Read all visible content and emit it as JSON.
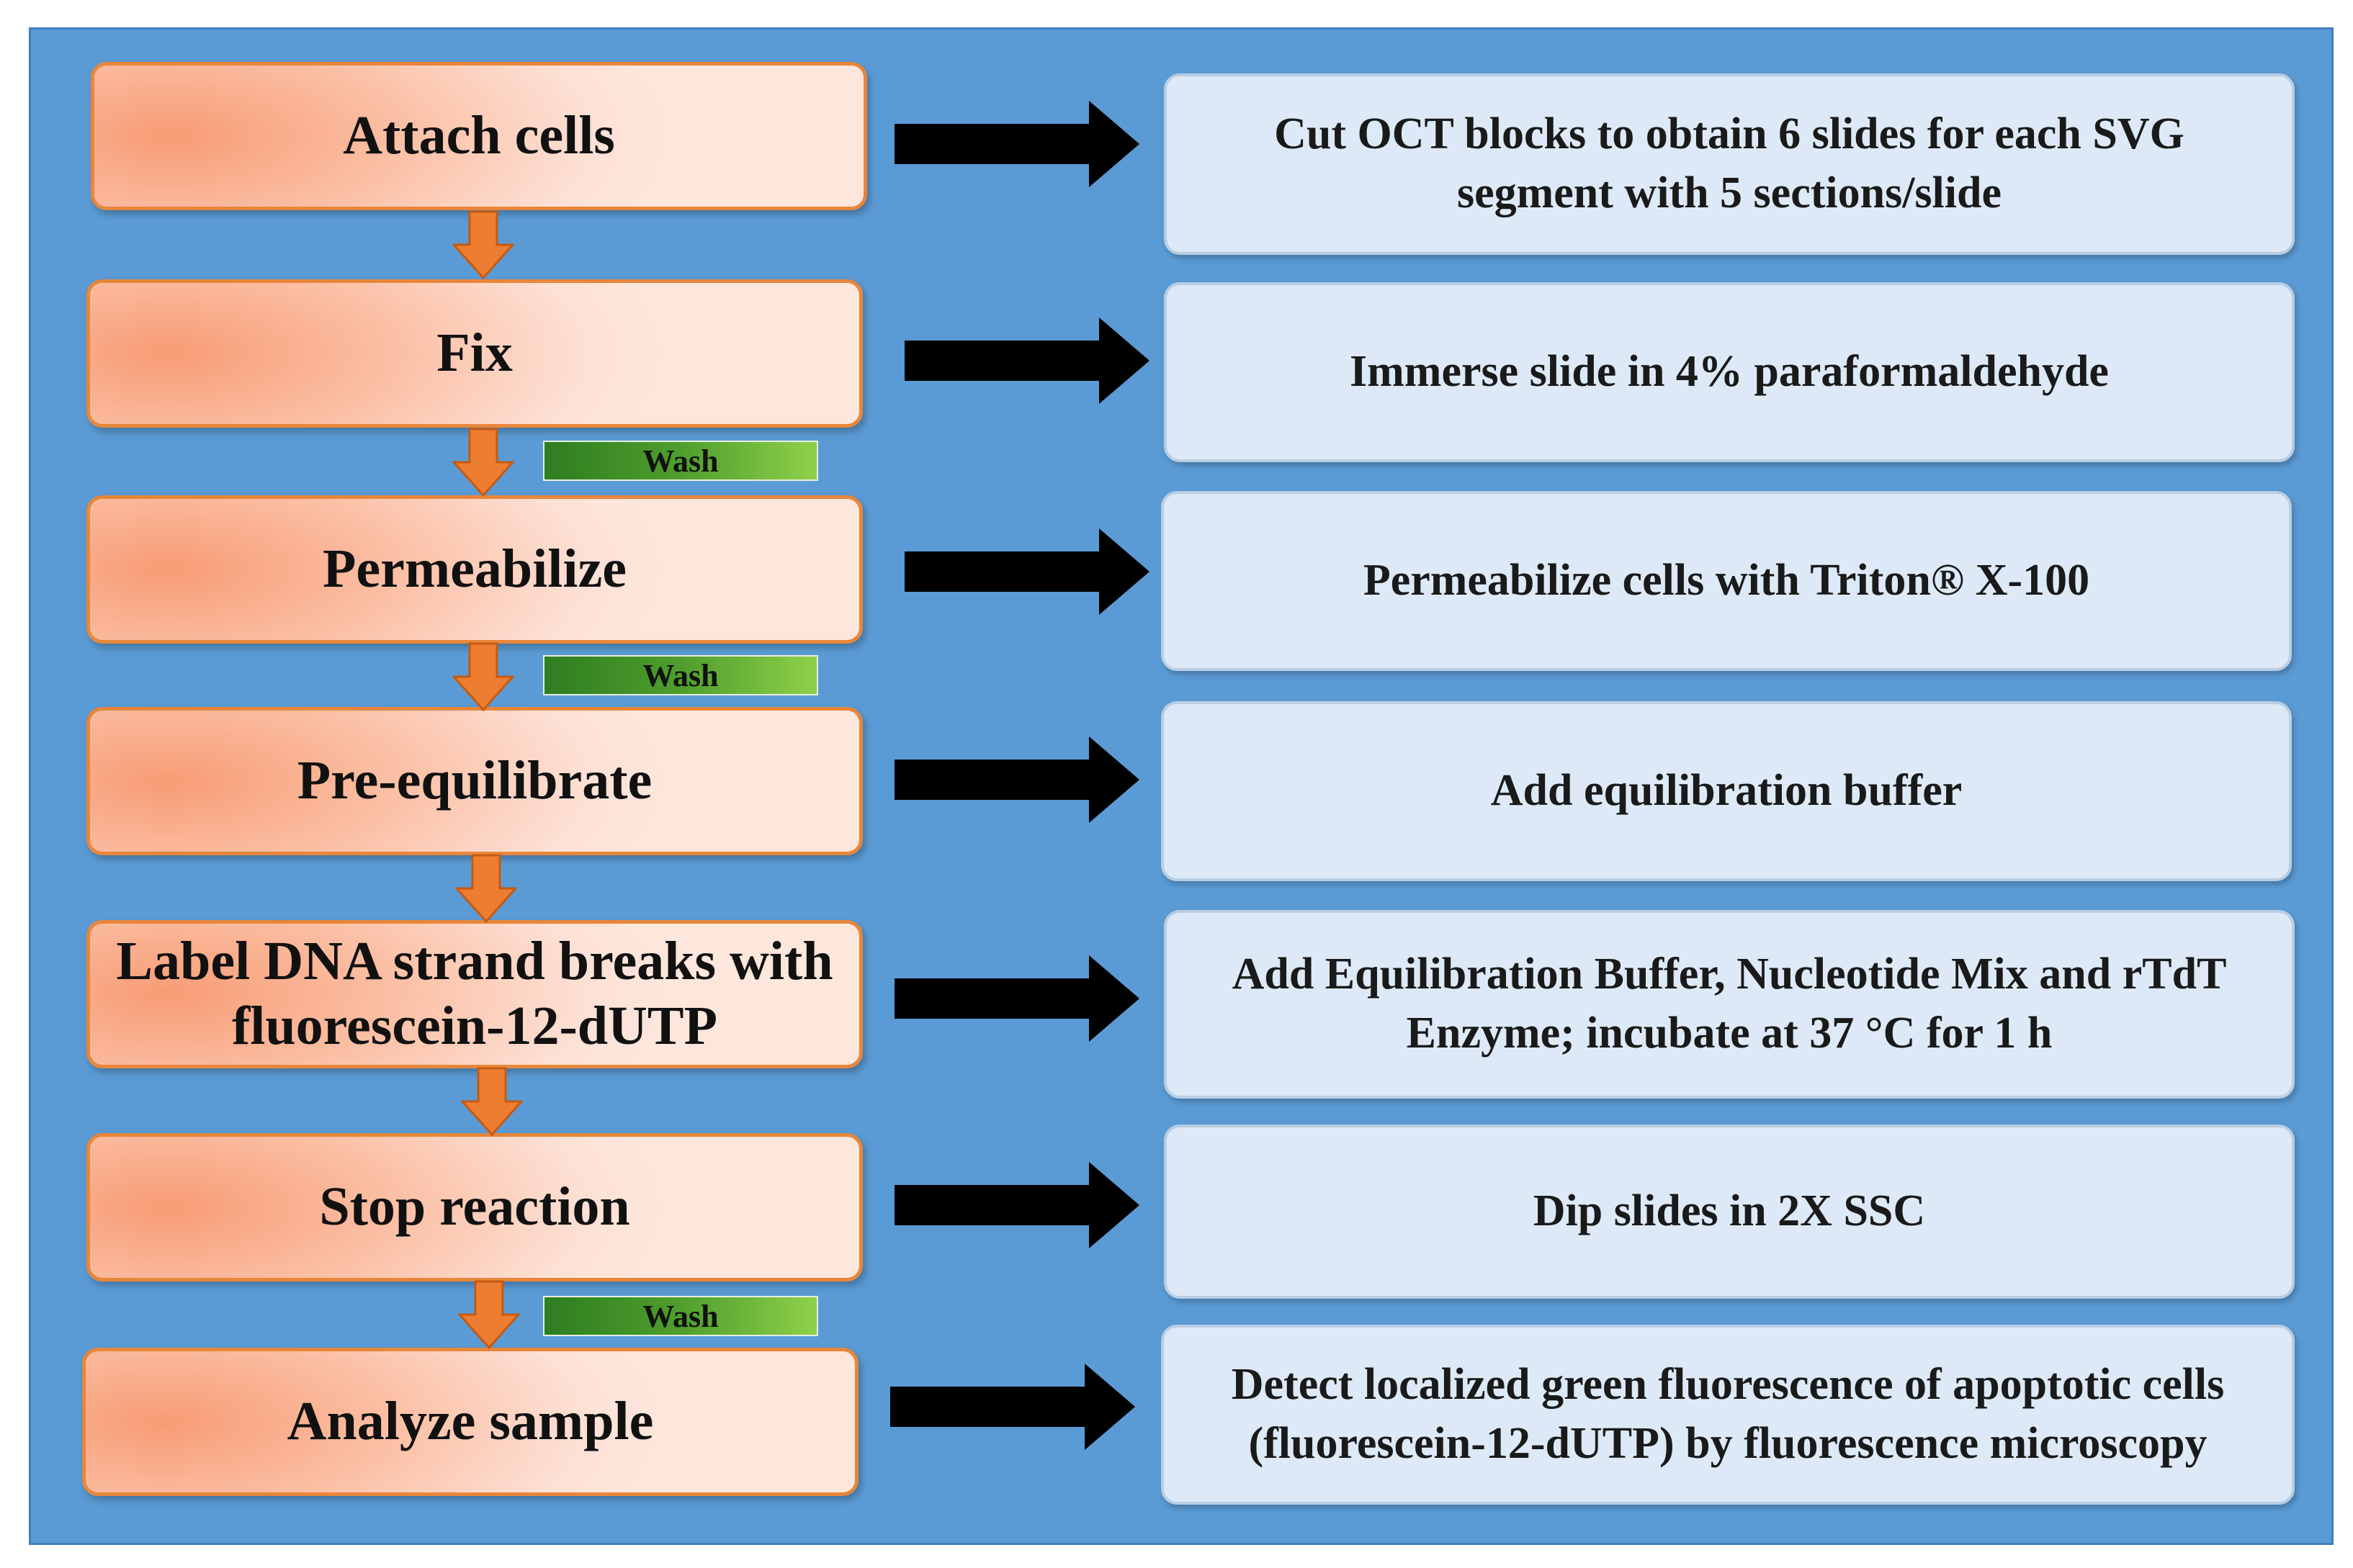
{
  "steps": [
    {
      "label": "Attach cells"
    },
    {
      "label": "Fix"
    },
    {
      "label": "Permeabilize"
    },
    {
      "label": "Pre-equilibrate"
    },
    {
      "label": "Label DNA strand breaks with fluorescein-12-dUTP"
    },
    {
      "label": "Stop reaction"
    },
    {
      "label": "Analyze sample"
    }
  ],
  "descriptions": [
    {
      "text": "Cut OCT blocks to obtain 6 slides for each SVG segment with 5 sections/slide"
    },
    {
      "text": "Immerse slide in 4% paraformaldehyde"
    },
    {
      "text": "Permeabilize cells with Triton® X-100"
    },
    {
      "text": "Add equilibration buffer"
    },
    {
      "text": "Add Equilibration Buffer, Nucleotide Mix and rTdT Enzyme; incubate at 37 °C for 1 h"
    },
    {
      "text": "Dip slides in 2X SSC"
    },
    {
      "text": "Detect localized green fluorescence of apoptotic cells (fluorescein-12-dUTP) by fluorescence microscopy"
    }
  ],
  "wash_labels": [
    "Wash",
    "Wash",
    "Wash"
  ],
  "colors": {
    "background": "#5b9bd5",
    "step_border": "#e8863a",
    "down_arrow": "#ed7d31",
    "right_arrow": "#000000",
    "wash_bar": "#4f9e2d",
    "description_box": "#dde9f6"
  }
}
